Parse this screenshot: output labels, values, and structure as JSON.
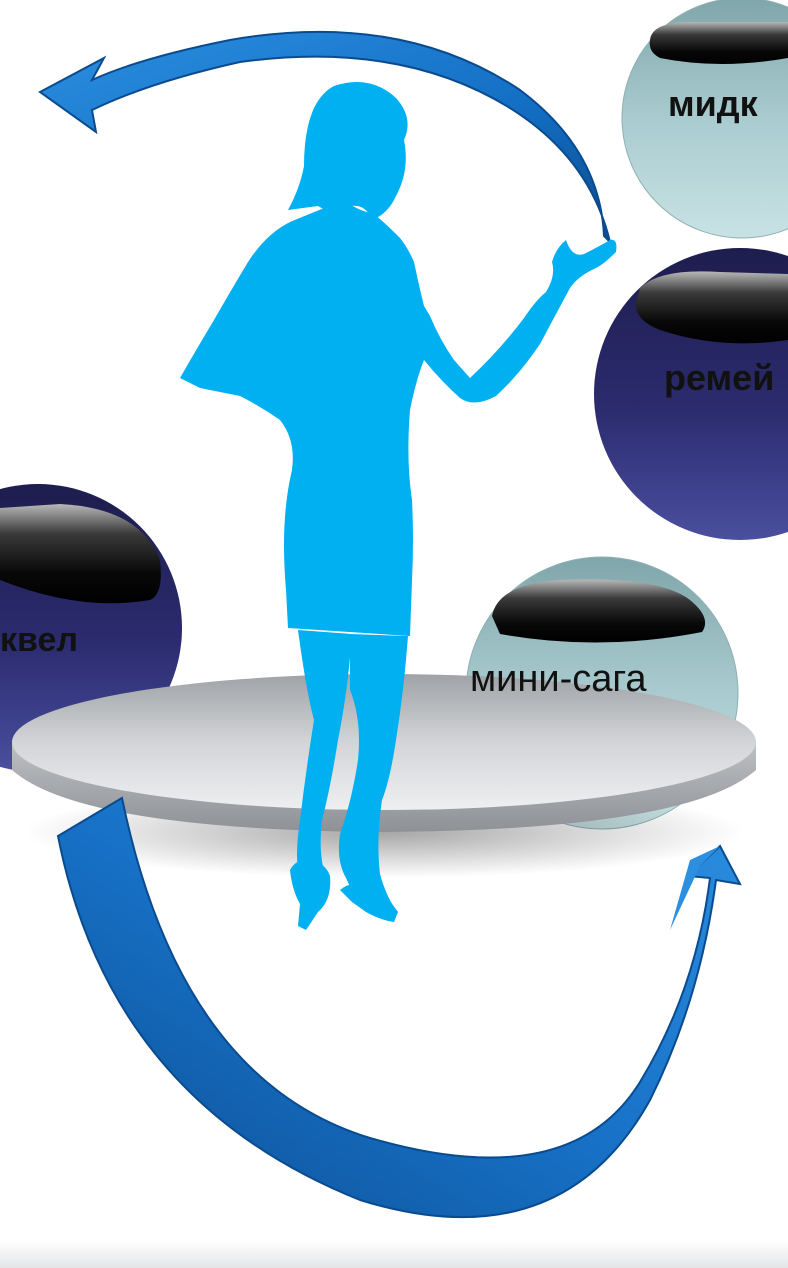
{
  "bubbles": [
    {
      "id": "midk",
      "label": "мидк",
      "style": "light"
    },
    {
      "id": "remey",
      "label": "ремей",
      "style": "dark"
    },
    {
      "id": "kvel",
      "label": "квел",
      "style": "dark"
    },
    {
      "id": "mini",
      "label": "мини-сага",
      "style": "light"
    }
  ],
  "colors": {
    "silhouette": "#00b0f0",
    "arrow_light": "#1f86d6",
    "arrow_dark": "#0a4b8f",
    "bubble_dark": "#2a2b6c",
    "bubble_light": "#a9cdd1",
    "platform": "#c9cbce"
  },
  "icons": [
    "woman-silhouette-icon",
    "curved-arrow-icon",
    "platform-disc-icon"
  ]
}
